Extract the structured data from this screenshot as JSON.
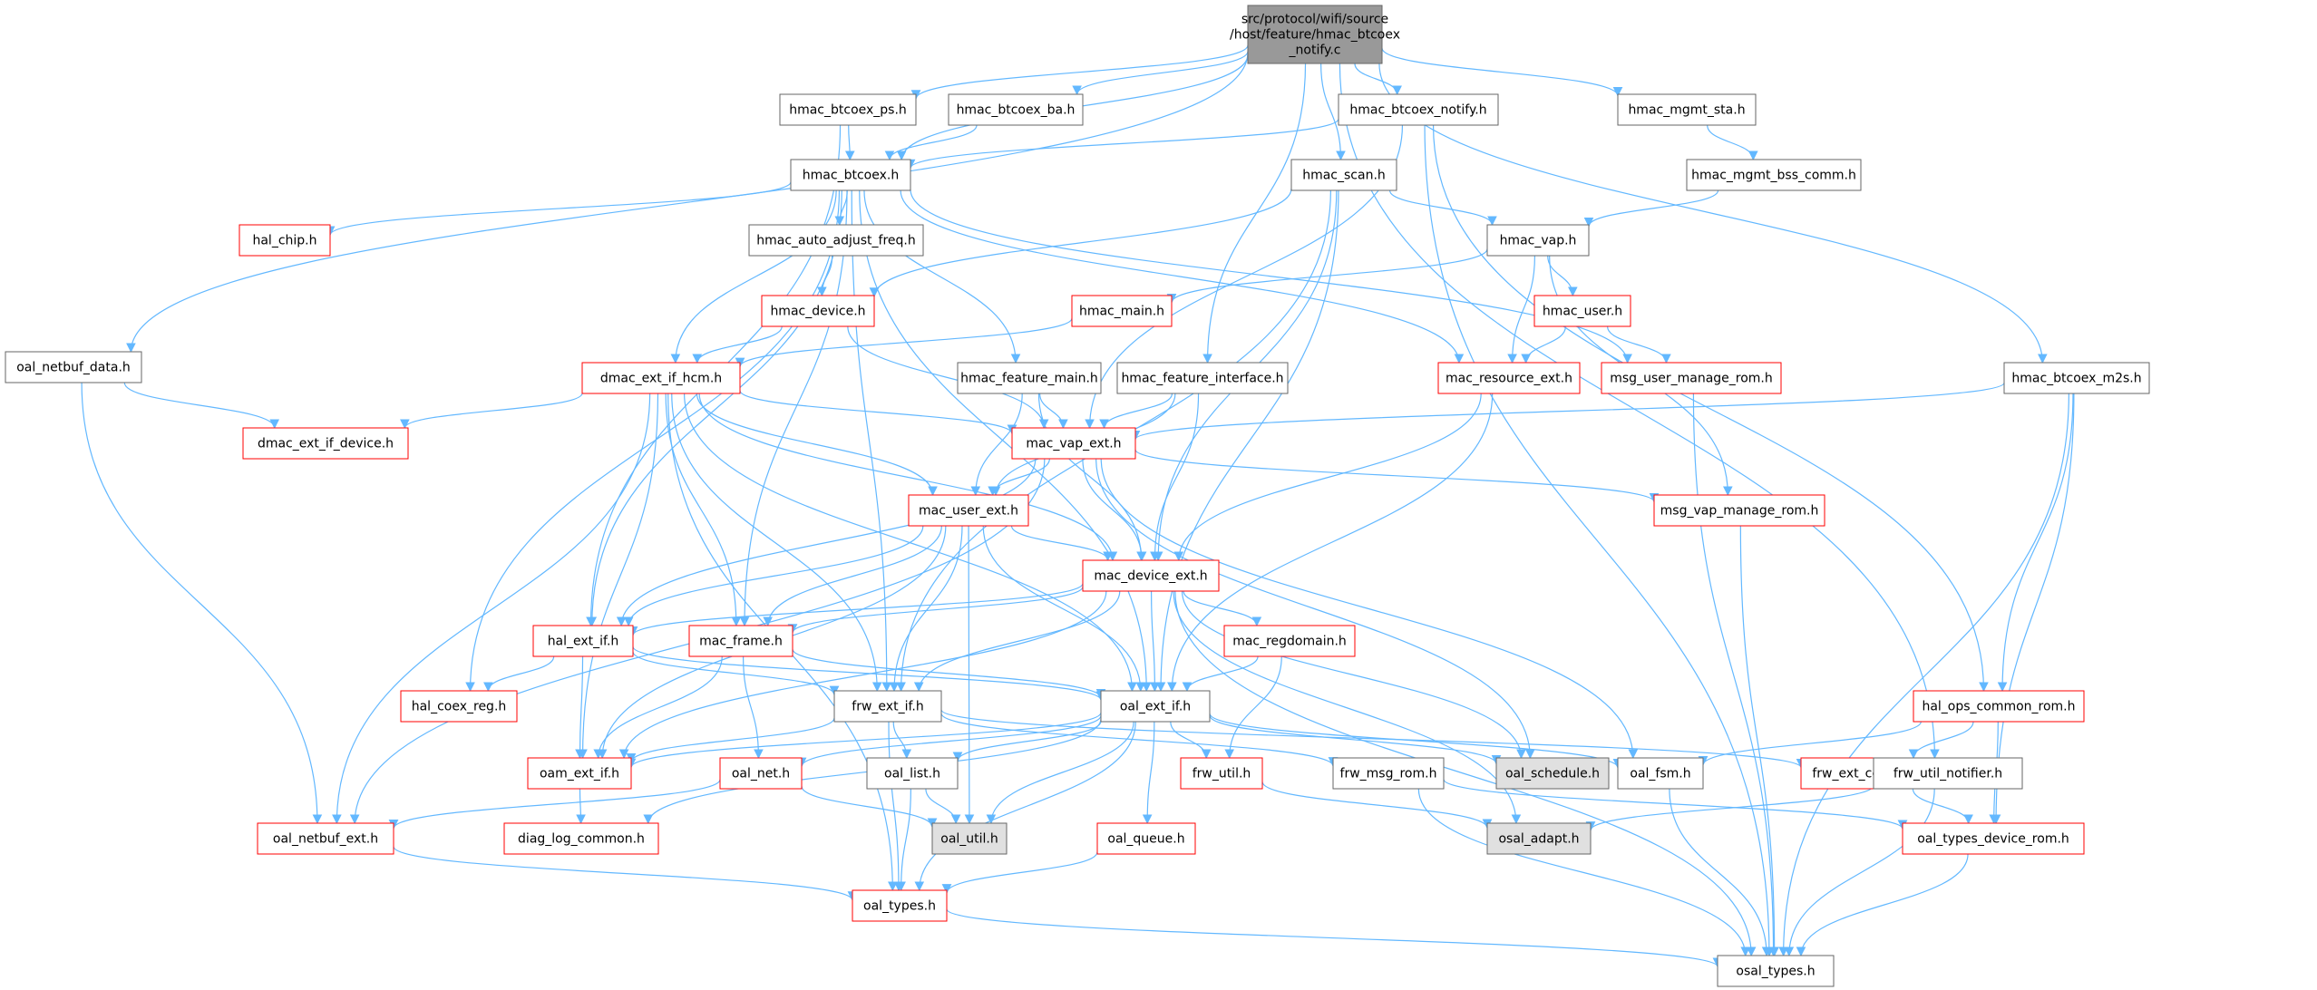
{
  "colors": {
    "edge": "#63b8ff",
    "node_fill": "#ffffff",
    "node_border": "#666666",
    "red_border": "#ff0000",
    "root_fill": "#999999",
    "grey_fill": "#e0e0e0"
  },
  "nodes": [
    {
      "id": "root",
      "lines": [
        "src/protocol/wifi/source",
        "/host/feature/hmac_btcoex",
        "_notify.c"
      ],
      "style": "root"
    },
    {
      "id": "oal_netbuf_data",
      "lines": [
        "oal_netbuf_data.h"
      ],
      "style": "plain"
    },
    {
      "id": "hmac_btcoex_ps",
      "lines": [
        "hmac_btcoex_ps.h"
      ],
      "style": "plain"
    },
    {
      "id": "hmac_btcoex_ba",
      "lines": [
        "hmac_btcoex_ba.h"
      ],
      "style": "plain"
    },
    {
      "id": "hmac_btcoex_notify",
      "lines": [
        "hmac_btcoex_notify.h"
      ],
      "style": "plain"
    },
    {
      "id": "hmac_mgmt_sta",
      "lines": [
        "hmac_mgmt_sta.h"
      ],
      "style": "plain"
    },
    {
      "id": "hmac_mgmt_bss_comm",
      "lines": [
        "hmac_mgmt_bss_comm.h"
      ],
      "style": "plain"
    },
    {
      "id": "hmac_btcoex",
      "lines": [
        "hmac_btcoex.h"
      ],
      "style": "plain"
    },
    {
      "id": "hmac_scan",
      "lines": [
        "hmac_scan.h"
      ],
      "style": "plain"
    },
    {
      "id": "hmac_vap",
      "lines": [
        "hmac_vap.h"
      ],
      "style": "plain"
    },
    {
      "id": "hal_chip",
      "lines": [
        "hal_chip.h"
      ],
      "style": "red"
    },
    {
      "id": "hmac_auto_adjust_freq",
      "lines": [
        "hmac_auto_adjust_freq.h"
      ],
      "style": "plain"
    },
    {
      "id": "hmac_device",
      "lines": [
        "hmac_device.h"
      ],
      "style": "red"
    },
    {
      "id": "hmac_main",
      "lines": [
        "hmac_main.h"
      ],
      "style": "red"
    },
    {
      "id": "hmac_user",
      "lines": [
        "hmac_user.h"
      ],
      "style": "red"
    },
    {
      "id": "dmac_ext_if_hcm",
      "lines": [
        "dmac_ext_if_hcm.h"
      ],
      "style": "red"
    },
    {
      "id": "hmac_feature_main",
      "lines": [
        "hmac_feature_main.h"
      ],
      "style": "plain"
    },
    {
      "id": "hmac_feature_interface",
      "lines": [
        "hmac_feature_interface.h"
      ],
      "style": "plain"
    },
    {
      "id": "mac_resource_ext",
      "lines": [
        "mac_resource_ext.h"
      ],
      "style": "red"
    },
    {
      "id": "msg_user_manage_rom",
      "lines": [
        "msg_user_manage_rom.h"
      ],
      "style": "red"
    },
    {
      "id": "hmac_btcoex_m2s",
      "lines": [
        "hmac_btcoex_m2s.h"
      ],
      "style": "plain"
    },
    {
      "id": "dmac_ext_if_device",
      "lines": [
        "dmac_ext_if_device.h"
      ],
      "style": "red"
    },
    {
      "id": "mac_vap_ext",
      "lines": [
        "mac_vap_ext.h"
      ],
      "style": "red"
    },
    {
      "id": "mac_user_ext",
      "lines": [
        "mac_user_ext.h"
      ],
      "style": "red"
    },
    {
      "id": "msg_vap_manage_rom",
      "lines": [
        "msg_vap_manage_rom.h"
      ],
      "style": "red"
    },
    {
      "id": "mac_device_ext",
      "lines": [
        "mac_device_ext.h"
      ],
      "style": "red"
    },
    {
      "id": "hal_ext_if",
      "lines": [
        "hal_ext_if.h"
      ],
      "style": "red"
    },
    {
      "id": "mac_frame",
      "lines": [
        "mac_frame.h"
      ],
      "style": "red"
    },
    {
      "id": "mac_regdomain",
      "lines": [
        "mac_regdomain.h"
      ],
      "style": "red"
    },
    {
      "id": "hal_coex_reg",
      "lines": [
        "hal_coex_reg.h"
      ],
      "style": "red"
    },
    {
      "id": "frw_ext_if",
      "lines": [
        "frw_ext_if.h"
      ],
      "style": "plain"
    },
    {
      "id": "oal_ext_if",
      "lines": [
        "oal_ext_if.h"
      ],
      "style": "plain"
    },
    {
      "id": "hal_ops_common_rom",
      "lines": [
        "hal_ops_common_rom.h"
      ],
      "style": "red"
    },
    {
      "id": "oam_ext_if",
      "lines": [
        "oam_ext_if.h"
      ],
      "style": "red"
    },
    {
      "id": "oal_net",
      "lines": [
        "oal_net.h"
      ],
      "style": "red"
    },
    {
      "id": "oal_list",
      "lines": [
        "oal_list.h"
      ],
      "style": "plain"
    },
    {
      "id": "frw_util",
      "lines": [
        "frw_util.h"
      ],
      "style": "red"
    },
    {
      "id": "frw_msg_rom",
      "lines": [
        "frw_msg_rom.h"
      ],
      "style": "plain"
    },
    {
      "id": "oal_schedule",
      "lines": [
        "oal_schedule.h"
      ],
      "style": "grey"
    },
    {
      "id": "oal_fsm",
      "lines": [
        "oal_fsm.h"
      ],
      "style": "plain"
    },
    {
      "id": "frw_ext_common_rom",
      "lines": [
        "frw_ext_common_rom.h"
      ],
      "style": "red"
    },
    {
      "id": "frw_util_notifier",
      "lines": [
        "frw_util_notifier.h"
      ],
      "style": "plain"
    },
    {
      "id": "oal_netbuf_ext",
      "lines": [
        "oal_netbuf_ext.h"
      ],
      "style": "red"
    },
    {
      "id": "diag_log_common",
      "lines": [
        "diag_log_common.h"
      ],
      "style": "red"
    },
    {
      "id": "oal_util",
      "lines": [
        "oal_util.h"
      ],
      "style": "grey"
    },
    {
      "id": "oal_queue",
      "lines": [
        "oal_queue.h"
      ],
      "style": "red"
    },
    {
      "id": "osal_adapt",
      "lines": [
        "osal_adapt.h"
      ],
      "style": "grey"
    },
    {
      "id": "oal_types_device_rom",
      "lines": [
        "oal_types_device_rom.h"
      ],
      "style": "red"
    },
    {
      "id": "oal_types",
      "lines": [
        "oal_types.h"
      ],
      "style": "red"
    },
    {
      "id": "osal_types",
      "lines": [
        "osal_types.h"
      ],
      "style": "plain"
    }
  ],
  "edges": [
    [
      "root",
      "oal_netbuf_data"
    ],
    [
      "root",
      "hmac_btcoex_ps"
    ],
    [
      "root",
      "hmac_btcoex_ba"
    ],
    [
      "root",
      "hmac_btcoex"
    ],
    [
      "root",
      "hmac_btcoex_notify"
    ],
    [
      "root",
      "hmac_mgmt_sta"
    ],
    [
      "root",
      "hmac_scan"
    ],
    [
      "root",
      "hmac_feature_interface"
    ],
    [
      "root",
      "frw_util_notifier"
    ],
    [
      "root",
      "hmac_btcoex_m2s"
    ],
    [
      "oal_netbuf_data",
      "dmac_ext_if_device"
    ],
    [
      "oal_netbuf_data",
      "oal_netbuf_ext"
    ],
    [
      "hmac_btcoex_ps",
      "hmac_btcoex"
    ],
    [
      "hmac_btcoex_ps",
      "hal_ext_if"
    ],
    [
      "hmac_btcoex_ba",
      "hmac_btcoex"
    ],
    [
      "hmac_btcoex_notify",
      "hmac_btcoex"
    ],
    [
      "hmac_btcoex_notify",
      "mac_vap_ext"
    ],
    [
      "hmac_btcoex_notify",
      "hal_ops_common_rom"
    ],
    [
      "hmac_btcoex_notify",
      "osal_types"
    ],
    [
      "hmac_mgmt_sta",
      "hmac_mgmt_bss_comm"
    ],
    [
      "hmac_mgmt_bss_comm",
      "hmac_vap"
    ],
    [
      "hmac_btcoex",
      "hal_chip"
    ],
    [
      "hmac_btcoex",
      "hmac_auto_adjust_freq"
    ],
    [
      "hmac_btcoex",
      "dmac_ext_if_hcm"
    ],
    [
      "hmac_btcoex",
      "hmac_feature_main"
    ],
    [
      "hmac_btcoex",
      "mac_resource_ext"
    ],
    [
      "hmac_btcoex",
      "msg_user_manage_rom"
    ],
    [
      "hmac_btcoex",
      "hal_ext_if"
    ],
    [
      "hmac_btcoex",
      "hal_coex_reg"
    ],
    [
      "hmac_btcoex",
      "mac_frame"
    ],
    [
      "hmac_btcoex",
      "frw_ext_if"
    ],
    [
      "hmac_btcoex",
      "oal_ext_if"
    ],
    [
      "hmac_scan",
      "hmac_vap"
    ],
    [
      "hmac_scan",
      "hmac_device"
    ],
    [
      "hmac_scan",
      "frw_ext_if"
    ],
    [
      "hmac_scan",
      "mac_device_ext"
    ],
    [
      "hmac_scan",
      "oal_ext_if"
    ],
    [
      "hmac_vap",
      "hmac_main"
    ],
    [
      "hmac_vap",
      "hmac_user"
    ],
    [
      "hmac_vap",
      "mac_resource_ext"
    ],
    [
      "hmac_vap",
      "msg_vap_manage_rom"
    ],
    [
      "hmac_auto_adjust_freq",
      "hmac_device"
    ],
    [
      "hmac_device",
      "dmac_ext_if_hcm"
    ],
    [
      "hmac_device",
      "mac_vap_ext"
    ],
    [
      "hmac_main",
      "dmac_ext_if_hcm"
    ],
    [
      "hmac_user",
      "mac_resource_ext"
    ],
    [
      "hmac_user",
      "msg_user_manage_rom"
    ],
    [
      "dmac_ext_if_hcm",
      "dmac_ext_if_device"
    ],
    [
      "dmac_ext_if_hcm",
      "mac_vap_ext"
    ],
    [
      "dmac_ext_if_hcm",
      "mac_user_ext"
    ],
    [
      "dmac_ext_if_hcm",
      "mac_device_ext"
    ],
    [
      "dmac_ext_if_hcm",
      "mac_frame"
    ],
    [
      "dmac_ext_if_hcm",
      "frw_ext_if"
    ],
    [
      "dmac_ext_if_hcm",
      "oal_ext_if"
    ],
    [
      "dmac_ext_if_hcm",
      "oam_ext_if"
    ],
    [
      "dmac_ext_if_hcm",
      "oal_netbuf_ext"
    ],
    [
      "dmac_ext_if_hcm",
      "oal_types"
    ],
    [
      "hmac_feature_main",
      "mac_vap_ext"
    ],
    [
      "hmac_feature_main",
      "mac_user_ext"
    ],
    [
      "hmac_feature_main",
      "mac_device_ext"
    ],
    [
      "hmac_feature_interface",
      "mac_vap_ext"
    ],
    [
      "hmac_feature_interface",
      "mac_user_ext"
    ],
    [
      "hmac_feature_interface",
      "mac_device_ext"
    ],
    [
      "mac_resource_ext",
      "mac_device_ext"
    ],
    [
      "mac_resource_ext",
      "oal_ext_if"
    ],
    [
      "msg_user_manage_rom",
      "osal_types"
    ],
    [
      "hmac_btcoex_m2s",
      "mac_vap_ext"
    ],
    [
      "hmac_btcoex_m2s",
      "hal_ops_common_rom"
    ],
    [
      "hmac_btcoex_m2s",
      "oal_types_device_rom"
    ],
    [
      "hmac_btcoex_m2s",
      "osal_types"
    ],
    [
      "mac_vap_ext",
      "mac_user_ext"
    ],
    [
      "mac_vap_ext",
      "mac_device_ext"
    ],
    [
      "mac_vap_ext",
      "msg_vap_manage_rom"
    ],
    [
      "mac_vap_ext",
      "hal_ext_if"
    ],
    [
      "mac_vap_ext",
      "oal_schedule"
    ],
    [
      "mac_vap_ext",
      "oal_fsm"
    ],
    [
      "mac_vap_ext",
      "oal_netbuf_ext"
    ],
    [
      "mac_user_ext",
      "mac_device_ext"
    ],
    [
      "mac_user_ext",
      "hal_ext_if"
    ],
    [
      "mac_user_ext",
      "mac_frame"
    ],
    [
      "mac_user_ext",
      "frw_ext_if"
    ],
    [
      "mac_user_ext",
      "oal_ext_if"
    ],
    [
      "mac_user_ext",
      "oam_ext_if"
    ],
    [
      "mac_user_ext",
      "oal_util"
    ],
    [
      "msg_vap_manage_rom",
      "osal_types"
    ],
    [
      "mac_device_ext",
      "hal_ext_if"
    ],
    [
      "mac_device_ext",
      "mac_frame"
    ],
    [
      "mac_device_ext",
      "mac_regdomain"
    ],
    [
      "mac_device_ext",
      "frw_ext_if"
    ],
    [
      "mac_device_ext",
      "oal_ext_if"
    ],
    [
      "mac_device_ext",
      "oam_ext_if"
    ],
    [
      "mac_device_ext",
      "oal_schedule"
    ],
    [
      "mac_device_ext",
      "osal_adapt"
    ],
    [
      "mac_device_ext",
      "osal_types"
    ],
    [
      "hal_ext_if",
      "hal_coex_reg"
    ],
    [
      "hal_ext_if",
      "frw_ext_if"
    ],
    [
      "hal_ext_if",
      "oal_ext_if"
    ],
    [
      "hal_ext_if",
      "oam_ext_if"
    ],
    [
      "mac_frame",
      "oal_ext_if"
    ],
    [
      "mac_frame",
      "oam_ext_if"
    ],
    [
      "mac_frame",
      "oal_net"
    ],
    [
      "mac_regdomain",
      "oal_ext_if"
    ],
    [
      "mac_regdomain",
      "frw_util"
    ],
    [
      "frw_ext_if",
      "oal_list"
    ],
    [
      "frw_ext_if",
      "frw_msg_rom"
    ],
    [
      "frw_ext_if",
      "oam_ext_if"
    ],
    [
      "frw_ext_if",
      "oal_types"
    ],
    [
      "frw_ext_if",
      "frw_ext_common_rom"
    ],
    [
      "oal_ext_if",
      "oam_ext_if"
    ],
    [
      "oal_ext_if",
      "oal_net"
    ],
    [
      "oal_ext_if",
      "oal_list"
    ],
    [
      "oal_ext_if",
      "frw_util"
    ],
    [
      "oal_ext_if",
      "oal_schedule"
    ],
    [
      "oal_ext_if",
      "oal_fsm"
    ],
    [
      "oal_ext_if",
      "diag_log_common"
    ],
    [
      "oal_ext_if",
      "oal_util"
    ],
    [
      "oal_ext_if",
      "oal_queue"
    ],
    [
      "oal_ext_if",
      "oal_types"
    ],
    [
      "hal_ops_common_rom",
      "oal_fsm"
    ],
    [
      "hal_ops_common_rom",
      "frw_ext_common_rom"
    ],
    [
      "hal_ops_common_rom",
      "oal_types_device_rom"
    ],
    [
      "oam_ext_if",
      "diag_log_common"
    ],
    [
      "oal_net",
      "oal_netbuf_ext"
    ],
    [
      "oal_net",
      "oal_util"
    ],
    [
      "oal_list",
      "oal_util"
    ],
    [
      "oal_list",
      "oal_types"
    ],
    [
      "frw_util",
      "osal_adapt"
    ],
    [
      "frw_msg_rom",
      "oal_types_device_rom"
    ],
    [
      "frw_msg_rom",
      "osal_types"
    ],
    [
      "oal_fsm",
      "osal_types"
    ],
    [
      "frw_ext_common_rom",
      "oal_types_device_rom"
    ],
    [
      "frw_util_notifier",
      "osal_adapt"
    ],
    [
      "frw_util_notifier",
      "osal_types"
    ],
    [
      "oal_netbuf_ext",
      "oal_types"
    ],
    [
      "oal_queue",
      "oal_types"
    ],
    [
      "oal_types_device_rom",
      "osal_types"
    ],
    [
      "oal_types",
      "osal_types"
    ]
  ]
}
